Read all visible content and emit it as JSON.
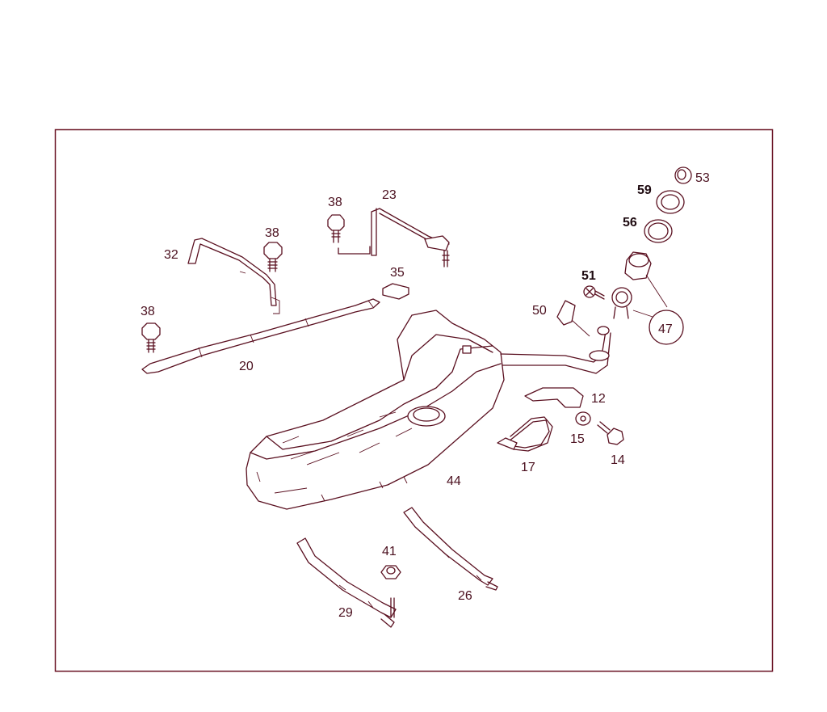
{
  "diagram": {
    "part_labels": [
      {
        "id": "l20",
        "text": "20"
      },
      {
        "id": "l23",
        "text": "23"
      },
      {
        "id": "l26",
        "text": "26"
      },
      {
        "id": "l29",
        "text": "29"
      },
      {
        "id": "l32",
        "text": "32"
      },
      {
        "id": "l35",
        "text": "35"
      },
      {
        "id": "l38a",
        "text": "38"
      },
      {
        "id": "l38b",
        "text": "38"
      },
      {
        "id": "l38c",
        "text": "38"
      },
      {
        "id": "l41",
        "text": "41"
      },
      {
        "id": "l44",
        "text": "44"
      },
      {
        "id": "l47",
        "text": "47"
      },
      {
        "id": "l50",
        "text": "50"
      },
      {
        "id": "l51",
        "text": "51"
      },
      {
        "id": "l53",
        "text": "53"
      },
      {
        "id": "l56",
        "text": "56"
      },
      {
        "id": "l59",
        "text": "59"
      },
      {
        "id": "l12",
        "text": "12"
      },
      {
        "id": "l14",
        "text": "14"
      },
      {
        "id": "l15",
        "text": "15"
      },
      {
        "id": "l17",
        "text": "17"
      }
    ],
    "colors": {
      "line": "#5a1020",
      "frame": "#6b1526",
      "label": "#4a0f1e"
    }
  }
}
